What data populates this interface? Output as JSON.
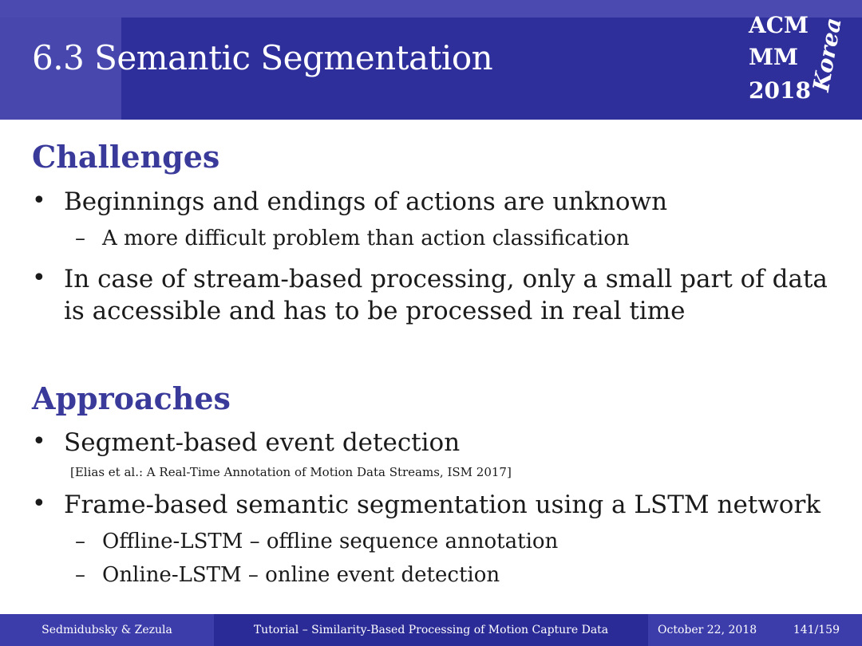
{
  "header": {
    "title": "6.3 Semantic Segmentation",
    "logo": {
      "line1": "ACM",
      "line2": "MM",
      "line3": "2018",
      "script": "Korea"
    }
  },
  "challenges": {
    "heading": "Challenges",
    "bullet1": "Beginnings and endings of actions are unknown",
    "bullet1_sub": "A more difficult problem than action classification",
    "bullet2": "In case of stream-based processing, only a small part of data is accessible and has to be processed in real time"
  },
  "approaches": {
    "heading": "Approaches",
    "bullet1": "Segment-based event detection",
    "bullet1_ref": "[Elias et al.: A Real-Time Annotation of Motion Data Streams, ISM 2017]",
    "bullet2": "Frame-based semantic segmentation using a LSTM network",
    "bullet2_sub1": "Offline-LSTM – offline sequence annotation",
    "bullet2_sub2": "Online-LSTM – online event detection"
  },
  "glyphs": {
    "bullet": "•",
    "dash": "–"
  },
  "footer": {
    "authors": "Sedmidubsky & Zezula",
    "tutorial": "Tutorial – Similarity-Based Processing of Motion Capture Data",
    "date": "October 22, 2018",
    "page": "141/159"
  },
  "colors": {
    "header": "#2f2f9c",
    "heading": "#3a3a9a",
    "footer": "#2b2b97"
  }
}
